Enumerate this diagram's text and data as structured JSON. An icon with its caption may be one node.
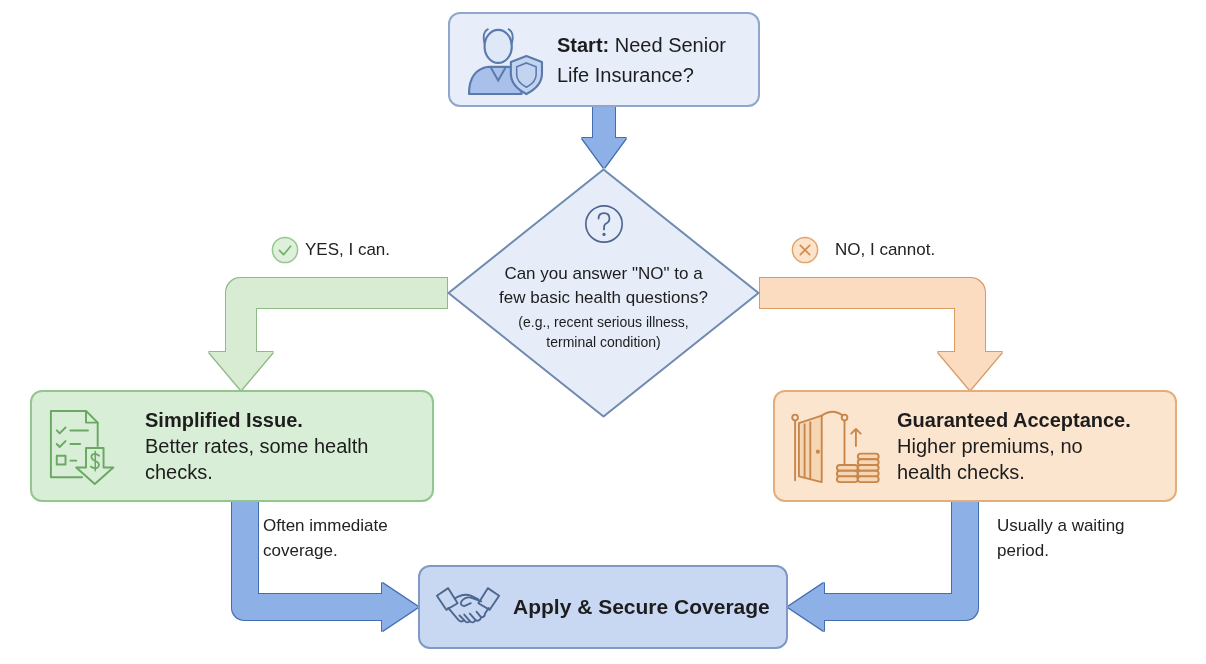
{
  "diagram": {
    "nodes": [
      {
        "text": [
          "**Start:** Need Senior Life Insurance?"
        ]
      },
      {
        "text": [
          "Can you answer \"NO\" to a few basic health questions?",
          "(e.g., recent serious illness, terminal condition)"
        ]
      },
      {
        "text": [
          "Simplified Issue.",
          "Better rates, some health checks."
        ]
      },
      {
        "text": [
          "Guaranteed Acceptance.",
          "Higher premiums, no health checks."
        ]
      },
      {
        "text": [
          "Apply & Secure Coverage"
        ]
      }
    ],
    "edges": [
      {
        "from": 0,
        "to": 1,
        "arrow": "to"
      },
      {
        "from": 1,
        "to": 2,
        "arrow": "to",
        "label": "YES, I can.",
        "color": "#d7ecd2"
      },
      {
        "from": 1,
        "to": 3,
        "arrow": "to",
        "label": "NO, I cannot.",
        "color": "#fbdcc0"
      },
      {
        "from": 2,
        "to": 4,
        "arrow": "to",
        "label": "Often immediate coverage."
      },
      {
        "from": 3,
        "to": 4,
        "arrow": "to",
        "label": "Usually a waiting period."
      }
    ]
  }
}
